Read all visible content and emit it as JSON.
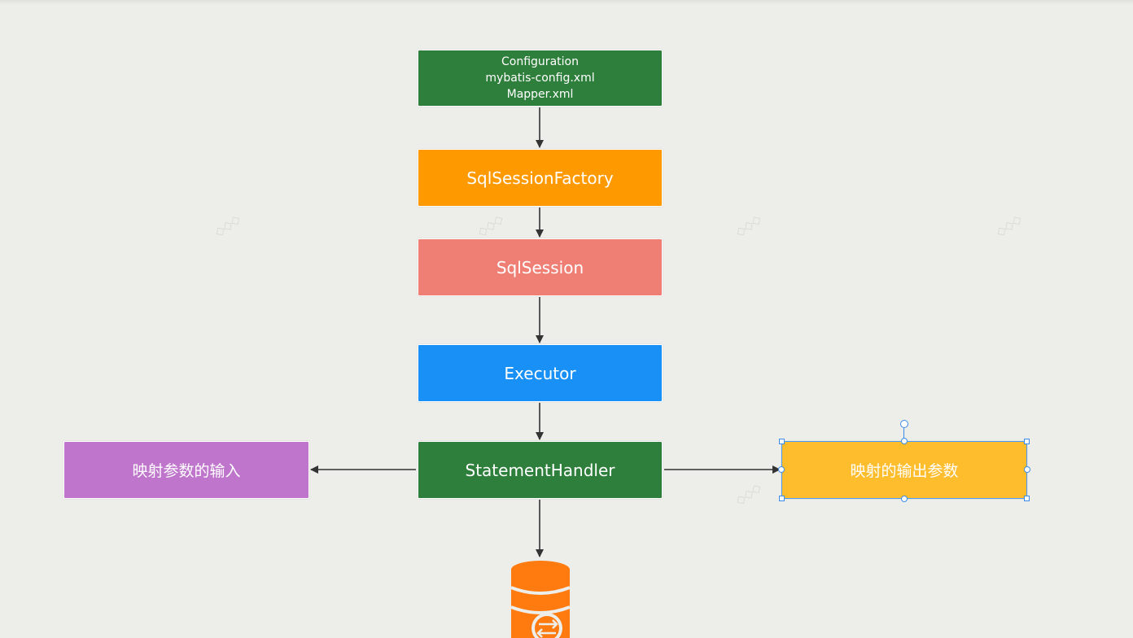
{
  "diagram": {
    "nodes": {
      "configuration": {
        "lines": [
          "Configuration",
          "mybatis-config.xml",
          "Mapper.xml"
        ],
        "color": "#2f7f3c"
      },
      "sql_session_factory": {
        "label": "SqlSessionFactory",
        "color": "#ff9900"
      },
      "sql_session": {
        "label": "SqlSession",
        "color": "#ef7f75"
      },
      "executor": {
        "label": "Executor",
        "color": "#1890f5"
      },
      "statement_handler": {
        "label": "StatementHandler",
        "color": "#2f7f3c"
      },
      "param_input": {
        "label": "映射参数的输入",
        "color": "#bf75cc"
      },
      "param_output": {
        "label": "映射的输出参数",
        "color": "#fdbd2c"
      }
    },
    "edges": [
      {
        "from": "configuration",
        "to": "sql_session_factory"
      },
      {
        "from": "sql_session_factory",
        "to": "sql_session"
      },
      {
        "from": "sql_session",
        "to": "executor"
      },
      {
        "from": "executor",
        "to": "statement_handler"
      },
      {
        "from": "statement_handler",
        "to": "param_input"
      },
      {
        "from": "statement_handler",
        "to": "param_output"
      },
      {
        "from": "statement_handler",
        "to": "database"
      }
    ],
    "database_icon": {
      "icon": "database-icon",
      "color": "#ff7a0f"
    },
    "selected_node": "param_output",
    "selection_color": "#3b8be8"
  }
}
